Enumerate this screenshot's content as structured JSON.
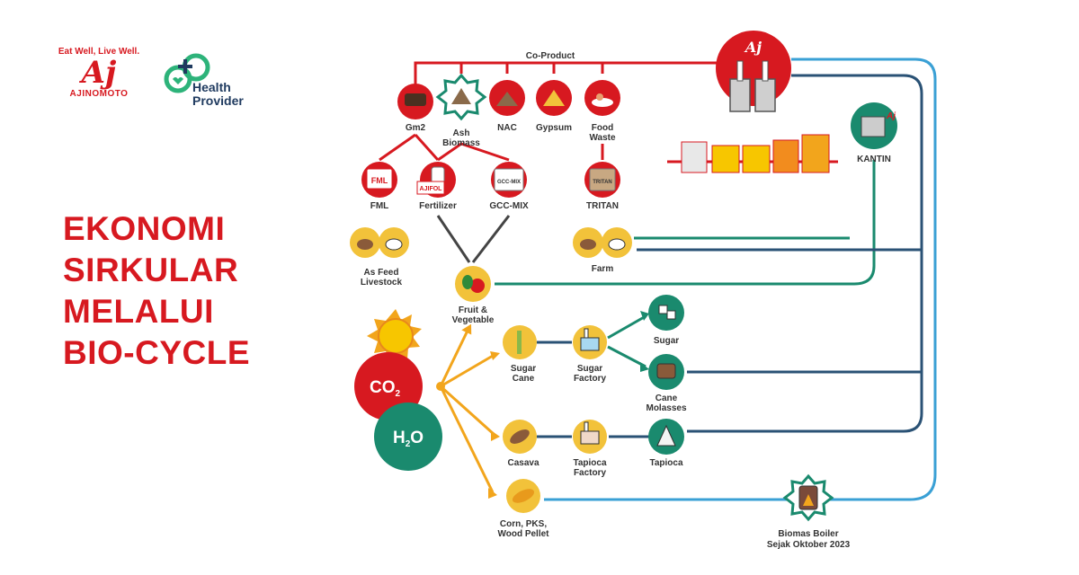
{
  "brand": {
    "tagline": "Eat Well, Live Well.",
    "logo_mark": "Aj",
    "name": "AJINOMOTO"
  },
  "partner": {
    "line1": "Health",
    "line2": "Provider"
  },
  "headline": {
    "line1": "EKONOMI",
    "line2": "SIRKULAR",
    "line3": "MELALUI",
    "line4": "BIO-CYCLE"
  },
  "colors": {
    "red": "#d71920",
    "green": "#1a8a6e",
    "navy": "#2a5275",
    "blue": "#3aa0d5",
    "orange": "#f2a51c",
    "dark": "#333333"
  },
  "diagram": {
    "co_product": "Co-Product",
    "gm2": "Gm2",
    "ash_biomass": [
      "Ash",
      "Biomass"
    ],
    "nac": "NAC",
    "gypsum": "Gypsum",
    "food_waste": [
      "Food",
      "Waste"
    ],
    "fml": "FML",
    "fml_box": "FML",
    "fertilizer": "Fertilizer",
    "ajifol": "AJIFOL",
    "gcc_mix": "GCC-MIX",
    "gcc_mix_box": "GCC-MIX",
    "tritan": "TRITAN",
    "tritan_box": "TRITAN",
    "as_feed_livestock": [
      "As Feed",
      "Livestock"
    ],
    "farm": "Farm",
    "fruit_vegetable": [
      "Fruit &",
      "Vegetable"
    ],
    "kantin": "KANTIN",
    "factory_logo": "Aj",
    "co2": "CO",
    "co2_sub": "2",
    "h2o_h": "H",
    "h2o_sub": "2",
    "h2o_o": "O",
    "sugar_cane": [
      "Sugar",
      "Cane"
    ],
    "sugar_factory": [
      "Sugar",
      "Factory"
    ],
    "sugar": "Sugar",
    "cane_molasses": [
      "Cane",
      "Molasses"
    ],
    "casava": "Casava",
    "tapioca_factory": [
      "Tapioca",
      "Factory"
    ],
    "tapioca": "Tapioca",
    "corn_pks": [
      "Corn, PKS,",
      "Wood Pellet"
    ],
    "biomas_boiler": [
      "Biomas Boiler",
      "Sejak Oktober 2023"
    ]
  }
}
